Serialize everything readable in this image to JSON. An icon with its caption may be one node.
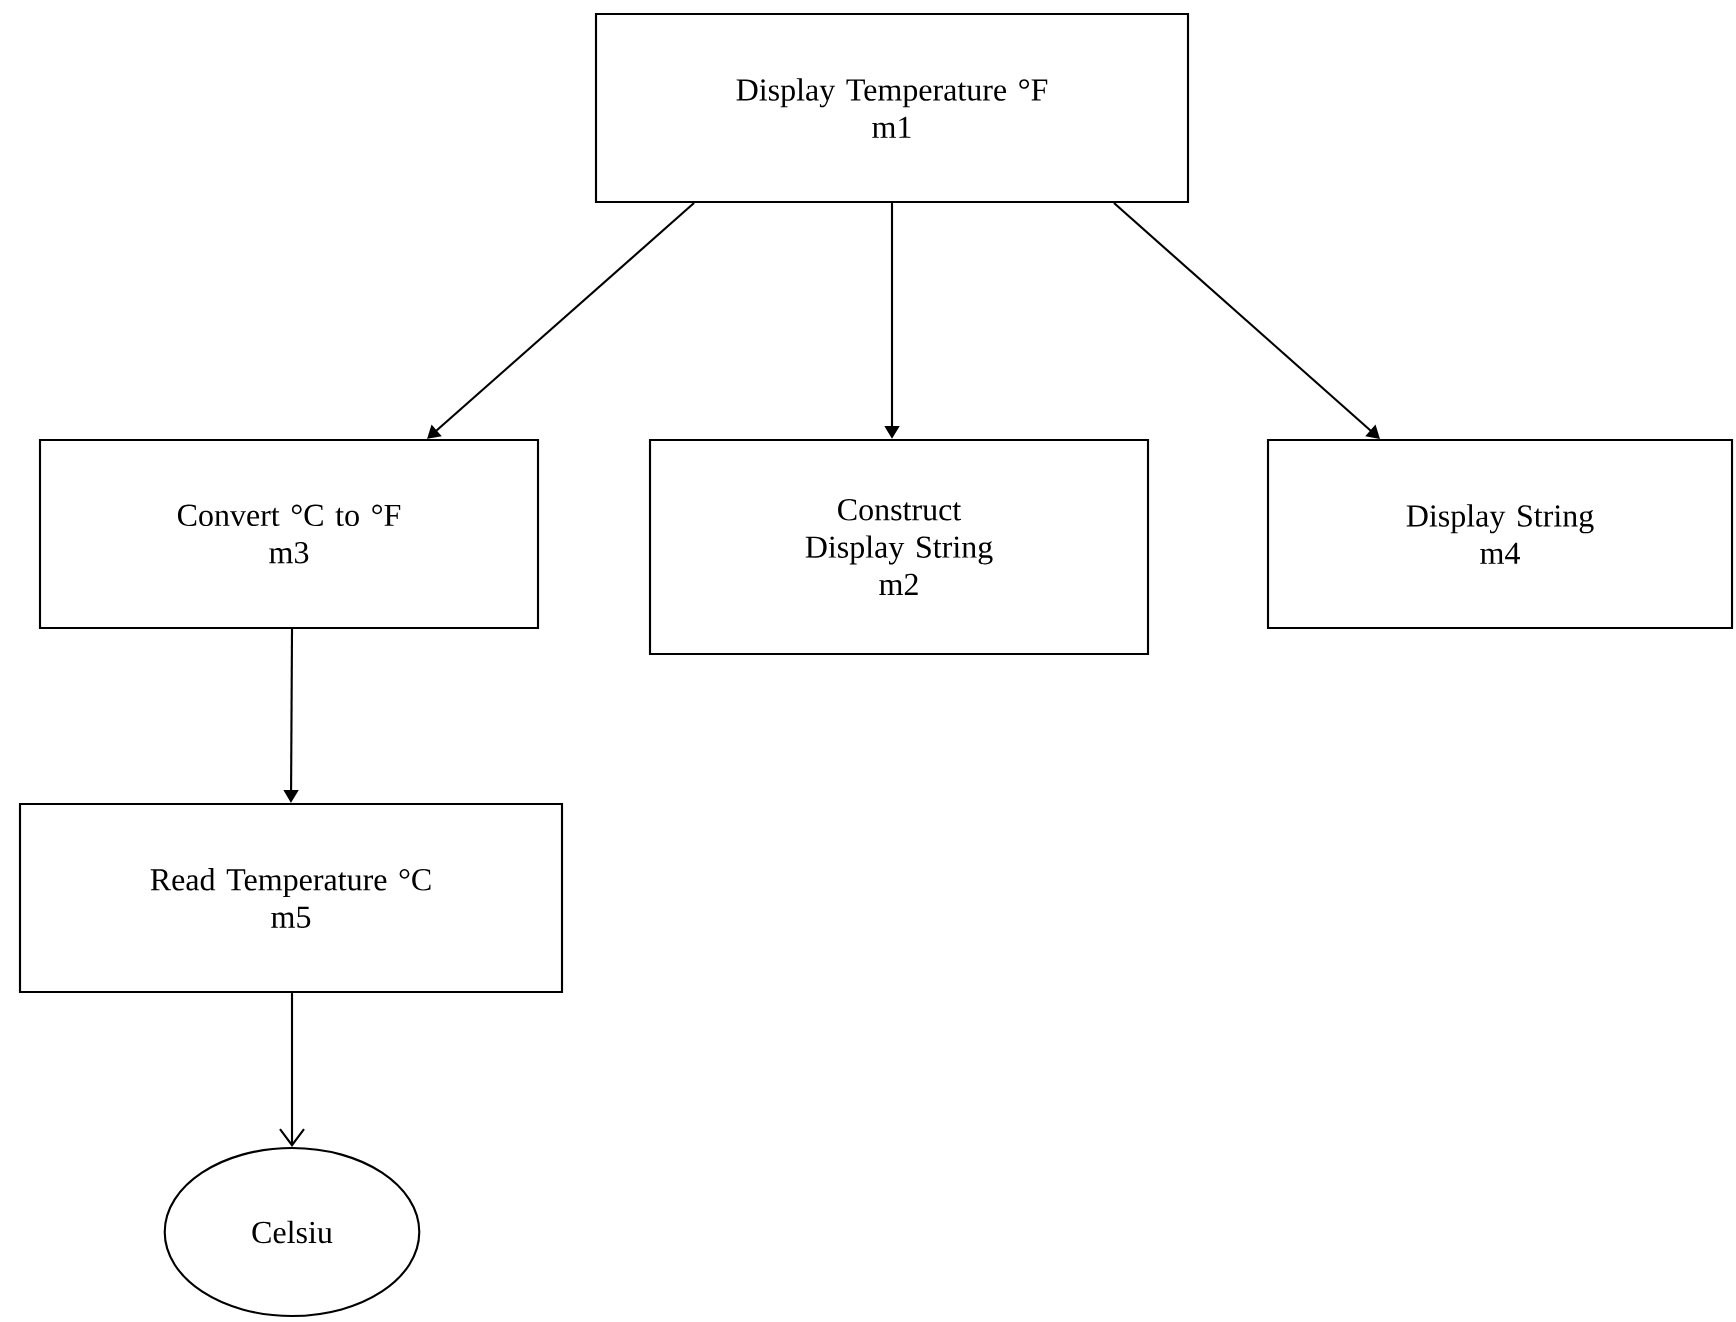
{
  "diagram": {
    "nodes": [
      {
        "text": [
          "Display Temperature °F",
          "m1"
        ]
      },
      {
        "text": [
          "Convert °C to °F",
          "m3"
        ]
      },
      {
        "text": [
          "Construct Display String",
          "m2"
        ]
      },
      {
        "text": [
          "Display String",
          "m4"
        ]
      },
      {
        "text": [
          "Read Temperature °C",
          "m5"
        ]
      },
      {
        "text": [
          "Celsiu"
        ]
      }
    ],
    "edges": [
      {
        "from": 0,
        "to": 1,
        "arrow": "to"
      },
      {
        "from": 0,
        "to": 2,
        "arrow": "to"
      },
      {
        "from": 0,
        "to": 3,
        "arrow": "to"
      },
      {
        "from": 1,
        "to": 4,
        "arrow": "to"
      },
      {
        "from": 4,
        "to": 5,
        "arrow": "to"
      }
    ]
  }
}
